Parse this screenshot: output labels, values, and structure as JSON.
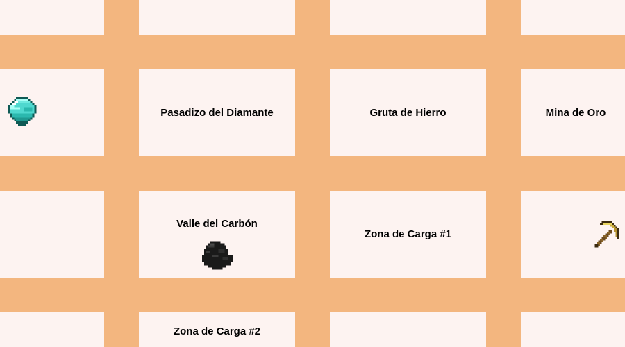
{
  "map": {
    "cells": [
      {
        "name": "cell-r0-c0",
        "label": ""
      },
      {
        "name": "cell-r0-c1",
        "label": ""
      },
      {
        "name": "cell-r0-c2",
        "label": ""
      },
      {
        "name": "cell-r0-c3",
        "label": ""
      },
      {
        "name": "cell-r1-c0",
        "label": "",
        "icon": "diamond-icon"
      },
      {
        "name": "cell-r1-c1",
        "label": "Pasadizo del Diamante"
      },
      {
        "name": "cell-r1-c2",
        "label": "Gruta de Hierro"
      },
      {
        "name": "cell-r1-c3",
        "label": "Mina de Oro"
      },
      {
        "name": "cell-r2-c0",
        "label": ""
      },
      {
        "name": "cell-r2-c1",
        "label": "Valle del Carbón",
        "icon": "coal-icon"
      },
      {
        "name": "cell-r2-c2",
        "label": "Zona de Carga #1"
      },
      {
        "name": "cell-r2-c3",
        "label": "",
        "icon": "pickaxe-icon"
      },
      {
        "name": "cell-r3-c0",
        "label": ""
      },
      {
        "name": "cell-r3-c1",
        "label": "Zona de Carga #2"
      },
      {
        "name": "cell-r3-c2",
        "label": ""
      },
      {
        "name": "cell-r3-c3",
        "label": ""
      }
    ]
  },
  "colors": {
    "corridor": "#f3b67f",
    "room": "#fdf3f1",
    "diamond": "#4fd8cf",
    "coal": "#1c1c1c",
    "pickaxe_handle": "#6b4a1f",
    "pickaxe_head": "#d8c04a"
  }
}
